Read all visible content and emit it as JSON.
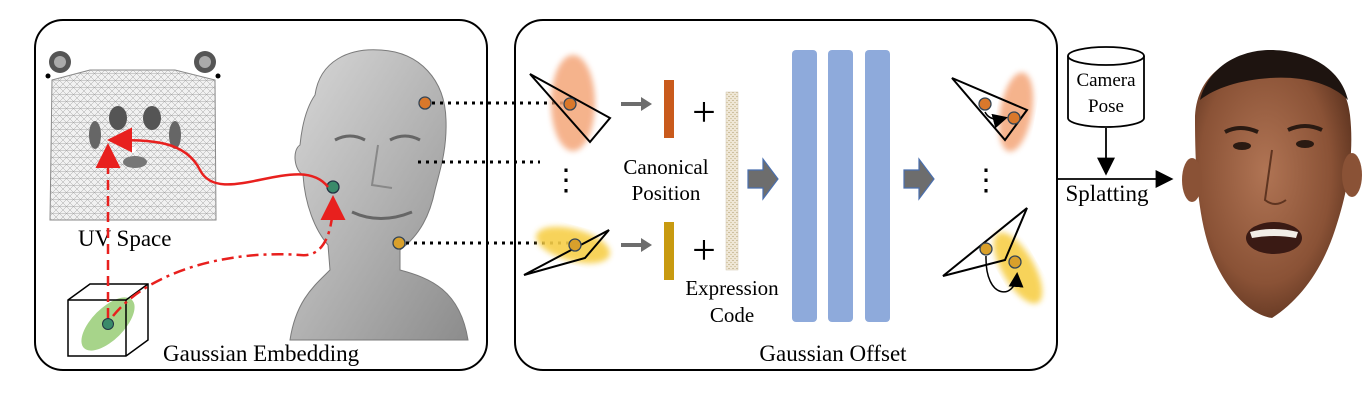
{
  "labels": {
    "uv_space": "UV Space",
    "gaussian_embedding": "Gaussian Embedding",
    "canonical_line1": "Canonical",
    "canonical_line2": "Position",
    "expression_line1": "Expression",
    "expression_line2": "Code",
    "gaussian_offset": "Gaussian Offset",
    "camera_line1": "Camera",
    "camera_line2": "Pose",
    "splatting": "Splatting",
    "plus": "+",
    "vdots": "⋮"
  },
  "colors": {
    "panel_border": "#000000",
    "arrow_red": "#e8201e",
    "point_green": "#3a8a6a",
    "point_orange": "#d9782b",
    "gaussian_orange": "#f4a679",
    "gaussian_yellow": "#f7cf4a",
    "gaussian_green": "#a7d48a",
    "bar_orange": "#c95a1c",
    "bar_yellow": "#c89a10",
    "mlp_blue": "#8eaadb",
    "flow_arrow": "#6d6d6d"
  }
}
